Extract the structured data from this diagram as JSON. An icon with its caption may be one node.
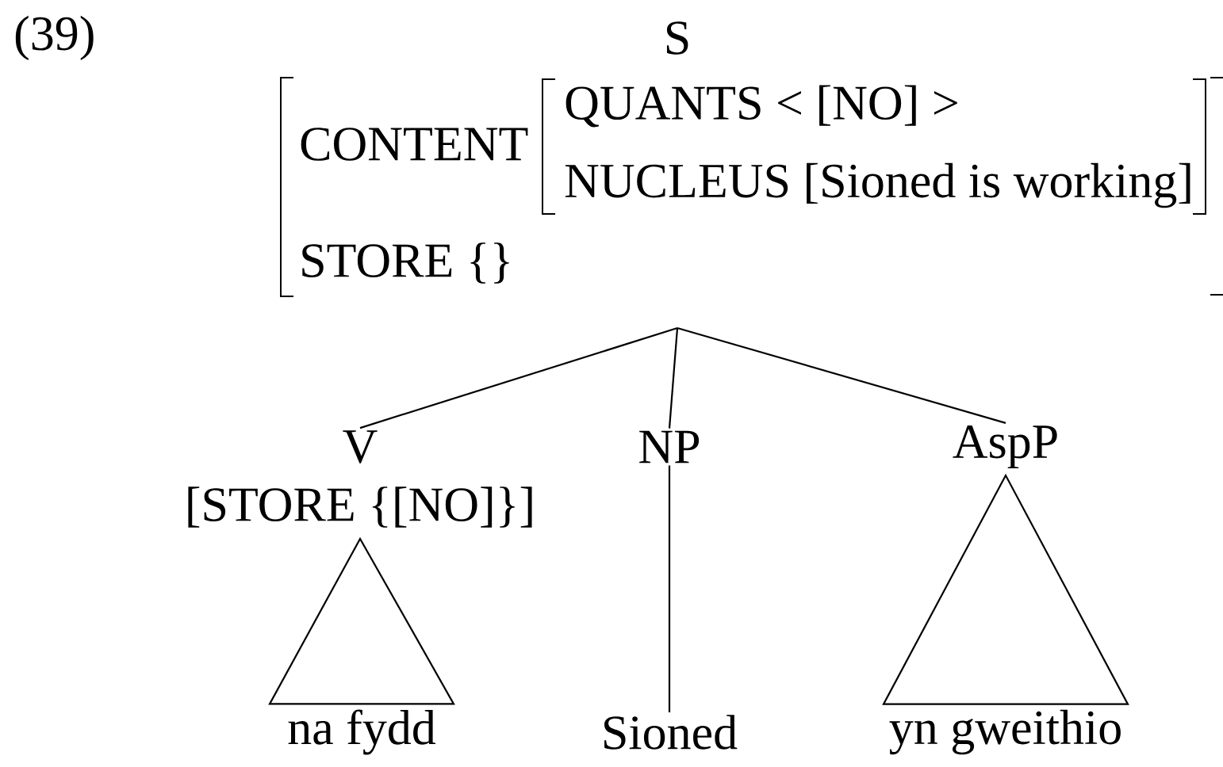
{
  "diagram": {
    "nodes": [
      {
        "text": [
          "S"
        ],
        "beside": [
          "CONTENT",
          "QUANTS < [NO] >",
          "NUCLEUS [Sioned is working]",
          "STORE {}"
        ]
      },
      {
        "text": [
          "V"
        ],
        "beside": [
          "[STORE {[NO]}]"
        ]
      },
      {
        "text": [
          "NP"
        ]
      },
      {
        "text": [
          "AspP"
        ]
      },
      {
        "text": [
          "na  fydd"
        ]
      },
      {
        "text": [
          "Sioned"
        ]
      },
      {
        "text": [
          "yn gweithio"
        ]
      }
    ],
    "edges": [
      {
        "from": 0,
        "to": 1,
        "arrow": "none"
      },
      {
        "from": 0,
        "to": 2,
        "arrow": "none"
      },
      {
        "from": 0,
        "to": 3,
        "arrow": "none"
      },
      {
        "from": 1,
        "to": 4,
        "arrow": "none"
      },
      {
        "from": 2,
        "to": 5,
        "arrow": "none"
      },
      {
        "from": 3,
        "to": 6,
        "arrow": "none"
      }
    ],
    "labels": [
      "(39)"
    ]
  }
}
